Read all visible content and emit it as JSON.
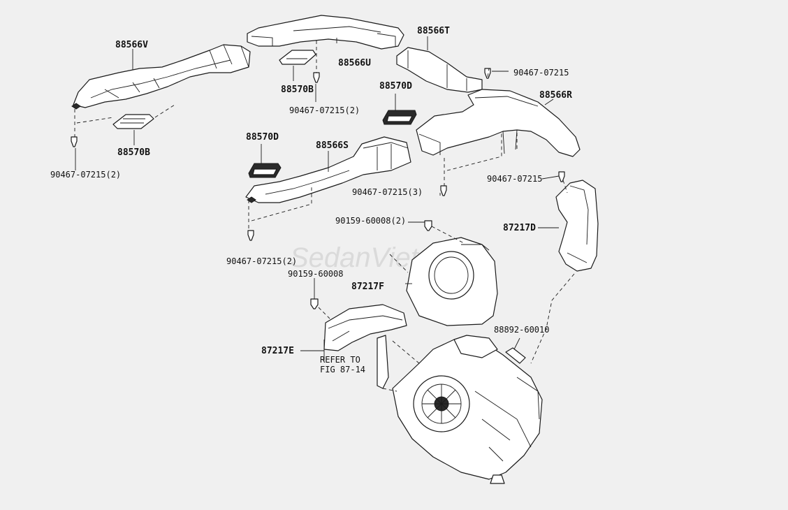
{
  "watermark": "SedanViet.vn",
  "labels": {
    "p88566V": "88566V",
    "p88570B_left": "88570B",
    "p90467_left_top": "90467-07215(2)",
    "p88566U": "88566U",
    "p88570B_mid": "88570B",
    "p90467_mid": "90467-07215(2)",
    "p88566T": "88566T",
    "p90467_right_top": "90467-07215",
    "p88570D_right": "88570D",
    "p88566R": "88566R",
    "p88570D_left": "88570D",
    "p88566S": "88566S",
    "p90467_center": "90467-07215(3)",
    "p90467_right": "90467-07215",
    "p90159_2": "90159-60008(2)",
    "p87217D": "87217D",
    "p90467_left_bottom": "90467-07215(2)",
    "p90159": "90159-60008",
    "p87217F": "87217F",
    "p88892": "88892-60010",
    "p87217E": "87217E",
    "refer_line1": "REFER TO",
    "refer_line2": "FIG 87-14"
  }
}
